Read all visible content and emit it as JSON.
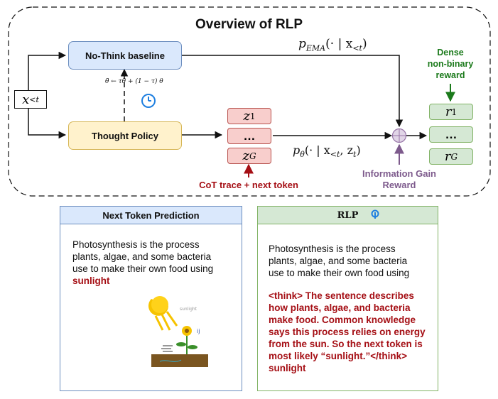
{
  "title": "Overview of RLP",
  "input_var": "x",
  "input_sub": "<t",
  "nodes": {
    "baseline": "No-Think baseline",
    "policy": "Thought Policy"
  },
  "ema_update": "θ̄ ← τθ̄ + (1 − τ) θ",
  "p_ema": {
    "p": "p",
    "sub": "EMA",
    "args": "(· | x",
    "args_sub": "<t",
    "close": ")"
  },
  "p_theta": {
    "p": "p",
    "sub": "θ",
    "args": "(· | x",
    "args_sub": "<t",
    "mid": ", z",
    "mid_sub": "t",
    "close": ")"
  },
  "z_tokens": [
    {
      "base": "z",
      "sub": "1"
    },
    {
      "base": "…",
      "sub": ""
    },
    {
      "base": "z",
      "sub": "G"
    }
  ],
  "r_tokens": [
    {
      "base": "r",
      "sub": "1"
    },
    {
      "base": "…",
      "sub": ""
    },
    {
      "base": "r",
      "sub": "G"
    }
  ],
  "cot_label": "CoT trace + next token",
  "info_gain_label": [
    "Information Gain",
    "Reward"
  ],
  "dense_label": [
    "Dense",
    "non-binary",
    "reward"
  ],
  "colors": {
    "blue_fill": "#dae8fc",
    "blue_border": "#6c8ebf",
    "yellow_fill": "#fff2cc",
    "red_fill": "#f8cecc",
    "green_fill": "#d5e8d4",
    "dark_red": "#a50f15",
    "purple": "#7d5a8c",
    "dark_green": "#1b7a1b",
    "clock_blue": "#1f7fe0"
  },
  "left_panel": {
    "title": "Next Token Prediction",
    "text": [
      "Photosynthesis is the process",
      "plants, algae, and some bacteria",
      "use to make their own food using"
    ],
    "answer": "sunlight",
    "illus_label": "sunlight"
  },
  "right_panel": {
    "title": "RLP",
    "text": [
      "Photosynthesis is the process",
      "plants, algae, and some bacteria",
      "use to make their own food using"
    ],
    "think": [
      "<think> The sentence describes",
      "how plants, algae, and bacteria",
      "make food. Common knowledge",
      "says this process relies on energy",
      "from the sun. So the next token is",
      "most likely “sunlight.”</think>",
      "sunlight"
    ]
  }
}
